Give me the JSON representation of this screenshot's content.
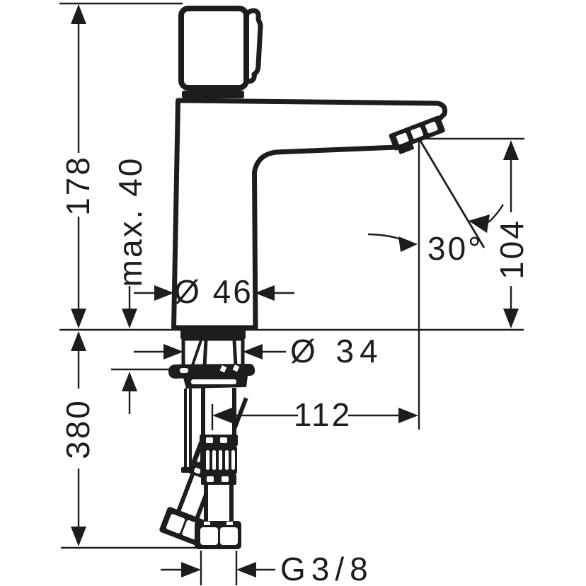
{
  "drawing": {
    "type": "technical-dimension-drawing",
    "subject": "single-lever basin mixer tap, side view with mounting shank and supply hoses",
    "colors": {
      "line": "#1d1d1b",
      "background": "#ffffff"
    },
    "labels": {
      "overall_height": "178",
      "max_mounting_thickness": "max. 40",
      "body_diameter": "Ø 46",
      "spout_outlet_height": "104",
      "spout_angle": "30°",
      "shank_diameter": "Ø 34",
      "spout_reach": "112",
      "hose_length": "380",
      "connection_thread": "G3/8"
    }
  }
}
